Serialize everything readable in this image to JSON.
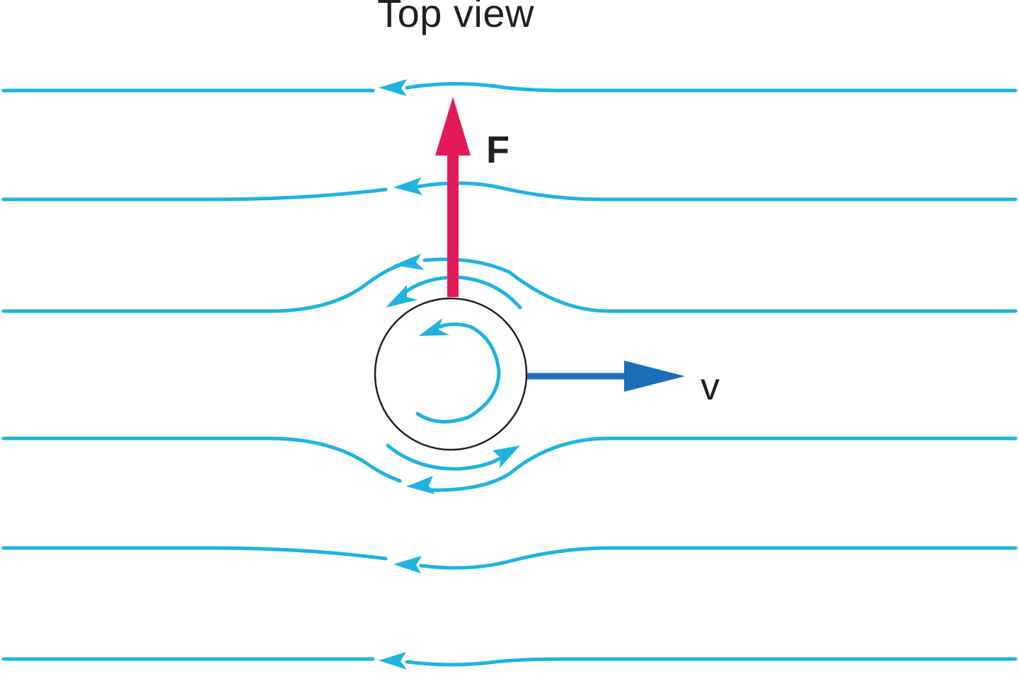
{
  "title": "Top view",
  "labels": {
    "force": "F",
    "velocity": "v"
  },
  "colors": {
    "streamline": "#1fb3e0",
    "force_arrow": "#e3195a",
    "velocity_arrow": "#1a6fb8",
    "ball_outline": "#231f20",
    "text": "#231f20"
  }
}
